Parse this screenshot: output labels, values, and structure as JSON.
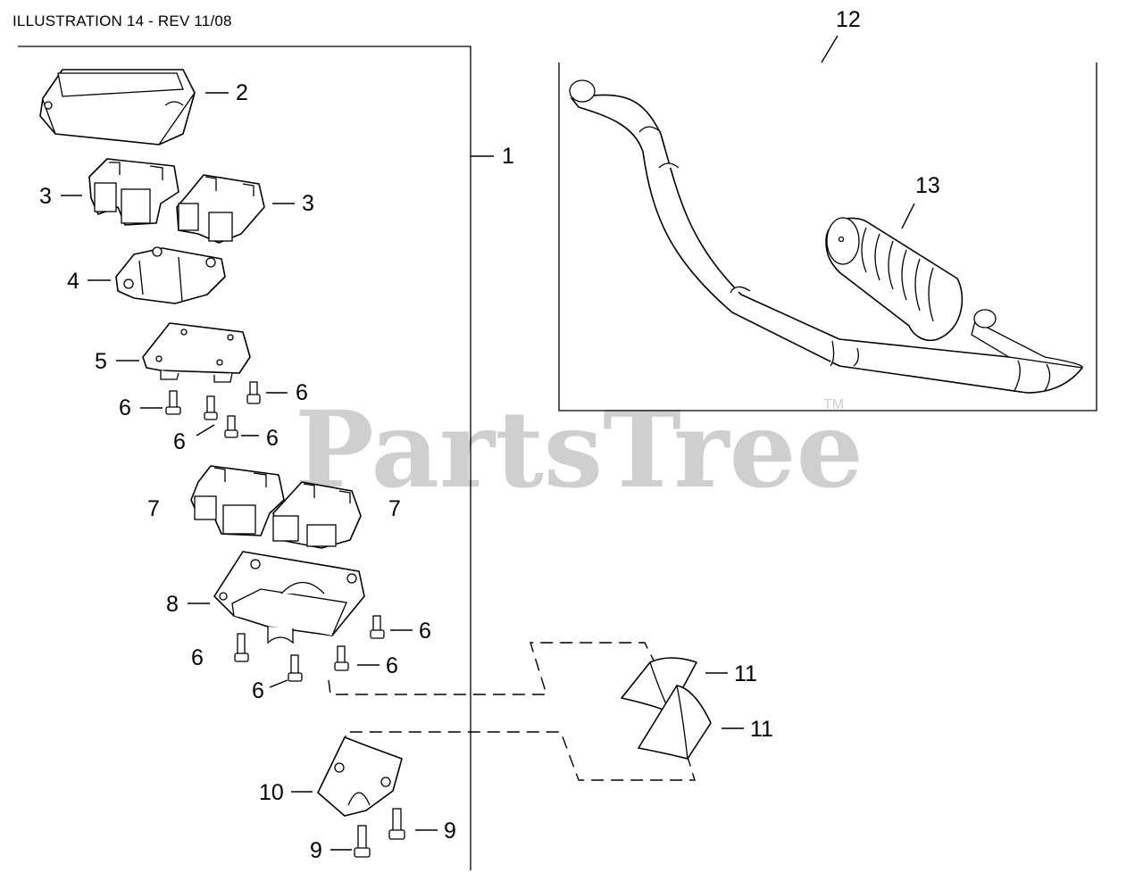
{
  "header": {
    "title": "ILLUSTRATION 14 - REV 11/08"
  },
  "watermark": {
    "text": "PartsTree",
    "trademark": "TM"
  },
  "callouts": {
    "c1": "1",
    "c2": "2",
    "c3a": "3",
    "c3b": "3",
    "c4": "4",
    "c5": "5",
    "c6a": "6",
    "c6b": "6",
    "c6c": "6",
    "c6d": "6",
    "c6e": "6",
    "c6f": "6",
    "c6g": "6",
    "c6h": "6",
    "c7a": "7",
    "c7b": "7",
    "c8": "8",
    "c9a": "9",
    "c9b": "9",
    "c10": "10",
    "c11a": "11",
    "c11b": "11",
    "c12": "12",
    "c13": "13"
  }
}
